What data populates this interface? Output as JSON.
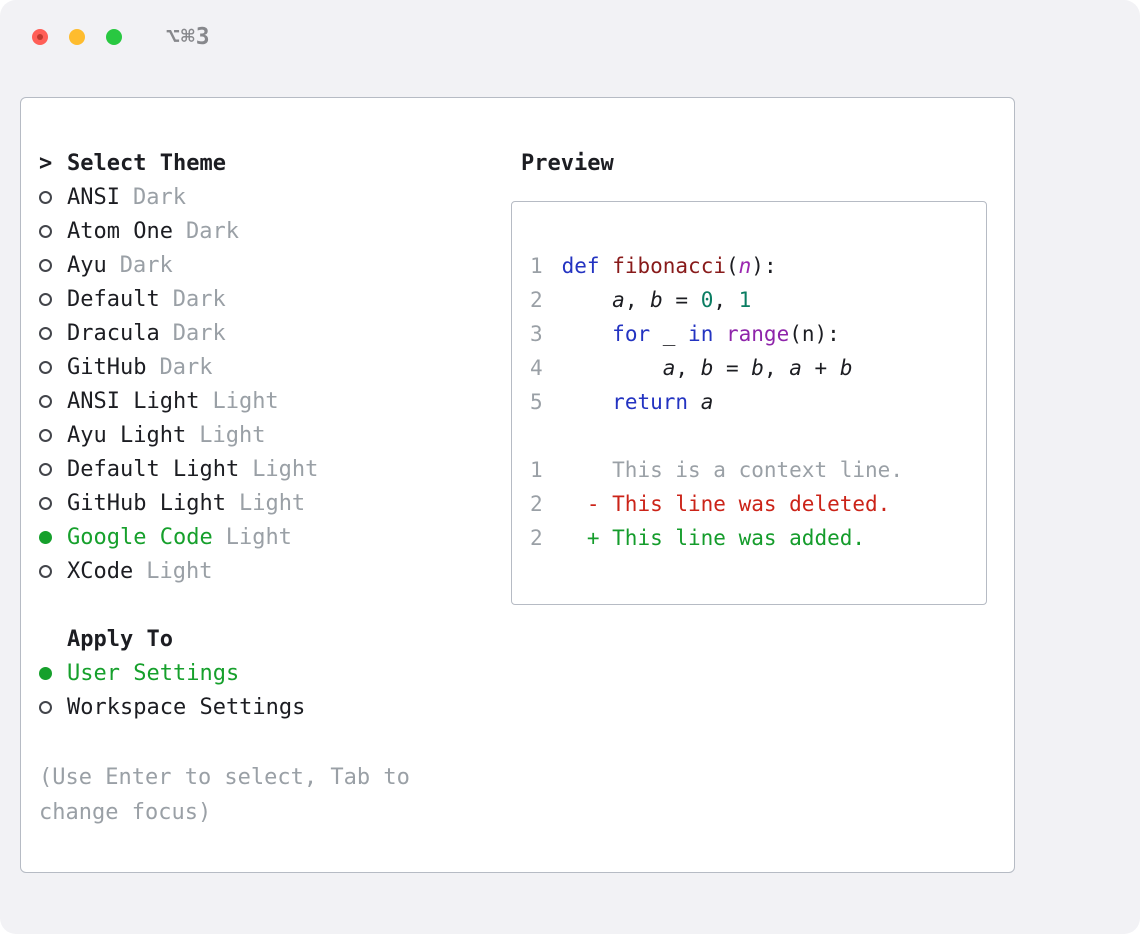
{
  "window": {
    "shortcut": "⌥⌘3"
  },
  "colors": {
    "window-bg": "#f2f2f5",
    "border": "#b6bbc4",
    "ink": "#1c1d22",
    "muted": "#9aa0a6",
    "accent-green": "#16a02c",
    "traffic-red": "#ff5f57",
    "traffic-yellow": "#febc2e",
    "traffic-green": "#29c841"
  },
  "theme_selector": {
    "prompt": ">",
    "title": "Select Theme",
    "items": [
      {
        "name": "ANSI",
        "variant": "Dark",
        "selected": false
      },
      {
        "name": "Atom One",
        "variant": "Dark",
        "selected": false
      },
      {
        "name": "Ayu",
        "variant": "Dark",
        "selected": false
      },
      {
        "name": "Default",
        "variant": "Dark",
        "selected": false
      },
      {
        "name": "Dracula",
        "variant": "Dark",
        "selected": false
      },
      {
        "name": "GitHub",
        "variant": "Dark",
        "selected": false
      },
      {
        "name": "ANSI Light",
        "variant": "Light",
        "selected": false
      },
      {
        "name": "Ayu Light",
        "variant": "Light",
        "selected": false
      },
      {
        "name": "Default Light",
        "variant": "Light",
        "selected": false
      },
      {
        "name": "GitHub Light",
        "variant": "Light",
        "selected": false
      },
      {
        "name": "Google Code",
        "variant": "Light",
        "selected": true
      },
      {
        "name": "XCode",
        "variant": "Light",
        "selected": false
      }
    ],
    "apply_to": {
      "title": "Apply To",
      "options": [
        {
          "label": "User Settings",
          "selected": true
        },
        {
          "label": "Workspace Settings",
          "selected": false
        }
      ]
    },
    "hint": "(Use Enter to select, Tab to change focus)"
  },
  "preview": {
    "title": "Preview",
    "syntax_colors": {
      "kw": "#2333c1",
      "fn": "#881a1a",
      "param": "#9c27b0",
      "type": "#8e24aa",
      "num": "#0a7d62",
      "var": "#1c1d22",
      "pl": "#1c1d22",
      "ctx": "#9aa0a6",
      "del": "#cb2318",
      "add": "#149c2b",
      "line_no": "#9aa0a6"
    },
    "lines": [
      {
        "num": "1",
        "tokens": [
          {
            "t": "def",
            "c": "kw"
          },
          {
            "t": " "
          },
          {
            "t": "fibonacci",
            "c": "fn"
          },
          {
            "t": "("
          },
          {
            "t": "n",
            "c": "param"
          },
          {
            "t": "):"
          }
        ]
      },
      {
        "num": "2",
        "tokens": [
          {
            "t": "    "
          },
          {
            "t": "a",
            "c": "var"
          },
          {
            "t": ", "
          },
          {
            "t": "b",
            "c": "var"
          },
          {
            "t": " = "
          },
          {
            "t": "0",
            "c": "num"
          },
          {
            "t": ", "
          },
          {
            "t": "1",
            "c": "num"
          }
        ]
      },
      {
        "num": "3",
        "tokens": [
          {
            "t": "    "
          },
          {
            "t": "for",
            "c": "kw"
          },
          {
            "t": " _ "
          },
          {
            "t": "in",
            "c": "kw"
          },
          {
            "t": " "
          },
          {
            "t": "range",
            "c": "type"
          },
          {
            "t": "(n):"
          }
        ]
      },
      {
        "num": "4",
        "tokens": [
          {
            "t": "        "
          },
          {
            "t": "a",
            "c": "var"
          },
          {
            "t": ", "
          },
          {
            "t": "b",
            "c": "var"
          },
          {
            "t": " = "
          },
          {
            "t": "b",
            "c": "var"
          },
          {
            "t": ", "
          },
          {
            "t": "a",
            "c": "var"
          },
          {
            "t": " + "
          },
          {
            "t": "b",
            "c": "var"
          }
        ]
      },
      {
        "num": "5",
        "tokens": [
          {
            "t": "    "
          },
          {
            "t": "return",
            "c": "kw"
          },
          {
            "t": " "
          },
          {
            "t": "a",
            "c": "var"
          }
        ]
      },
      {
        "num": "",
        "tokens": []
      },
      {
        "num": "1",
        "tokens": [
          {
            "t": "    This is a context line.",
            "c": "ctx"
          }
        ]
      },
      {
        "num": "2",
        "tokens": [
          {
            "t": "  - This line was deleted.",
            "c": "del"
          }
        ]
      },
      {
        "num": "2",
        "tokens": [
          {
            "t": "  + This line was added.",
            "c": "add"
          }
        ]
      }
    ]
  }
}
